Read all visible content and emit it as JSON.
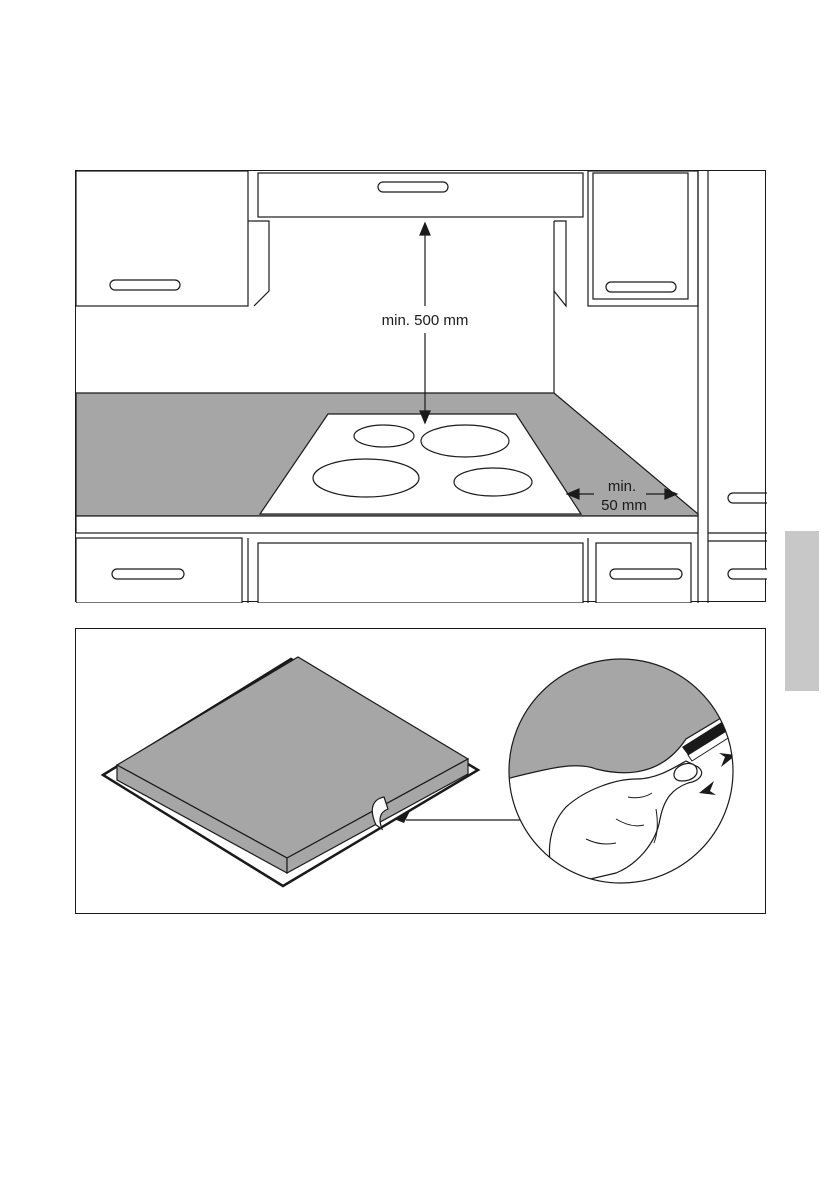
{
  "figure_top": {
    "height_label": "min. 500 mm",
    "side_label_line1": "min.",
    "side_label_line2": "50 mm"
  },
  "colors": {
    "worktop": "#a6a6a6",
    "hob": "#ffffff",
    "line": "#1a1a1a",
    "side_tab": "#c8c8c8"
  }
}
